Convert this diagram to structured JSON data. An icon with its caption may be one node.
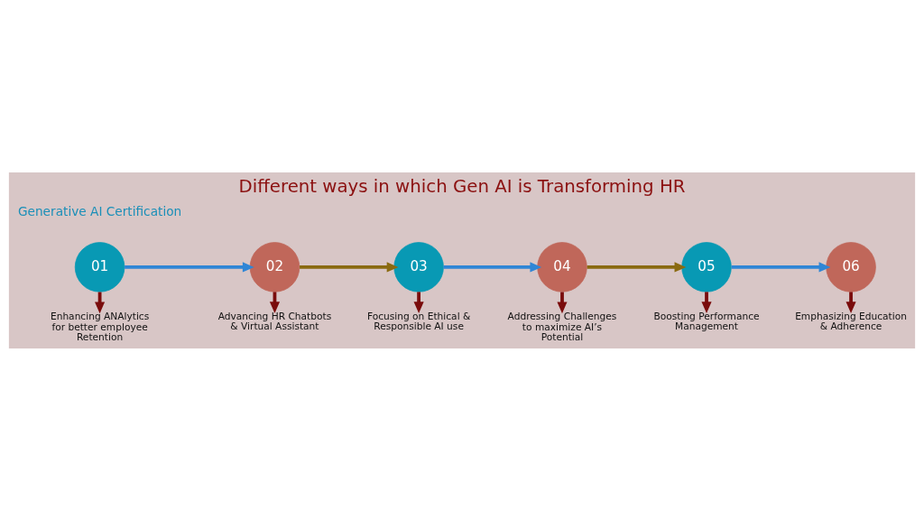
{
  "diagram": {
    "title": "Different ways in which Gen AI is Transforming HR",
    "nodes": [
      {
        "text": [
          "01"
        ]
      },
      {
        "text": [
          "02"
        ]
      },
      {
        "text": [
          "03"
        ]
      },
      {
        "text": [
          "04"
        ]
      },
      {
        "text": [
          "05"
        ]
      },
      {
        "text": [
          "06"
        ]
      },
      {
        "text": [
          "Enhancing ANAlytics for better employee Retention"
        ]
      },
      {
        "text": [
          "Advancing HR Chatbots & Virtual Assistant"
        ]
      },
      {
        "text": [
          "Focusing on Ethical & Responsible AI use"
        ]
      },
      {
        "text": [
          "Addressing Challenges  to maximize AI’s Potential"
        ]
      },
      {
        "text": [
          "Boosting Performance Management"
        ]
      },
      {
        "text": [
          "Emphasizing Education & Adherence"
        ]
      }
    ],
    "edges": [
      {
        "from": 0,
        "to": 1,
        "arrow": "to",
        "color": "#2f86d6"
      },
      {
        "from": 1,
        "to": 2,
        "arrow": "to",
        "color": "#8a6a10"
      },
      {
        "from": 2,
        "to": 3,
        "arrow": "to",
        "color": "#2f86d6"
      },
      {
        "from": 3,
        "to": 4,
        "arrow": "to",
        "color": "#8a6a10"
      },
      {
        "from": 4,
        "to": 5,
        "arrow": "to",
        "color": "#2f86d6"
      },
      {
        "from": 0,
        "to": 6,
        "arrow": "to"
      },
      {
        "from": 1,
        "to": 7,
        "arrow": "to"
      },
      {
        "from": 2,
        "to": 8,
        "arrow": "to"
      },
      {
        "from": 3,
        "to": 9,
        "arrow": "to"
      },
      {
        "from": 4,
        "to": 10,
        "arrow": "to"
      },
      {
        "from": 5,
        "to": 11,
        "arrow": "to"
      }
    ],
    "labels": [
      "Generative AI Certification"
    ]
  }
}
